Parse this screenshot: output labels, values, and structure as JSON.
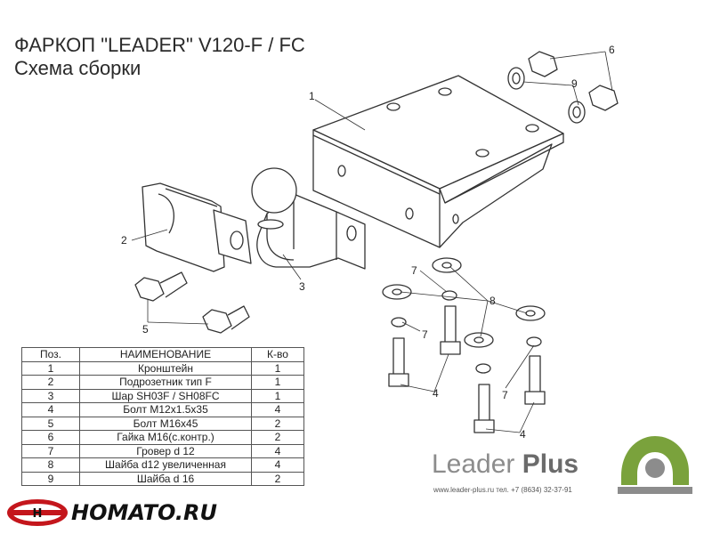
{
  "title": {
    "line1": "ФАРКОП \"LEADER\" V120-F / FC",
    "line2": "Схема сборки"
  },
  "callouts": [
    "1",
    "2",
    "3",
    "4",
    "4",
    "5",
    "6",
    "7",
    "7",
    "7",
    "8",
    "9"
  ],
  "table": {
    "headers": [
      "Поз.",
      "НАИМЕНОВАНИЕ",
      "К-во"
    ],
    "rows": [
      [
        "1",
        "Кронштейн",
        "1"
      ],
      [
        "2",
        "Подрозетник тип F",
        "1"
      ],
      [
        "3",
        "Шар  SH03F / SH08FC",
        "1"
      ],
      [
        "4",
        "Болт М12х1.5х35",
        "4"
      ],
      [
        "5",
        "Болт М16х45",
        "2"
      ],
      [
        "6",
        "Гайка  М16(с.контр.)",
        "2"
      ],
      [
        "7",
        "Гровер d 12",
        "4"
      ],
      [
        "8",
        "Шайба d12 увеличенная",
        "4"
      ],
      [
        "9",
        "Шайба d 16",
        "2"
      ]
    ]
  },
  "brand": {
    "name_light": "Leader",
    "name_bold": "Plus",
    "contacts": "www.leader-plus.ru    тел. +7 (8634) 32-37-91",
    "color_green": "#7aa23c",
    "color_gray": "#8c8c8c"
  },
  "watermark": {
    "text": "HOMATO.RU",
    "color_red": "#c4161c"
  }
}
